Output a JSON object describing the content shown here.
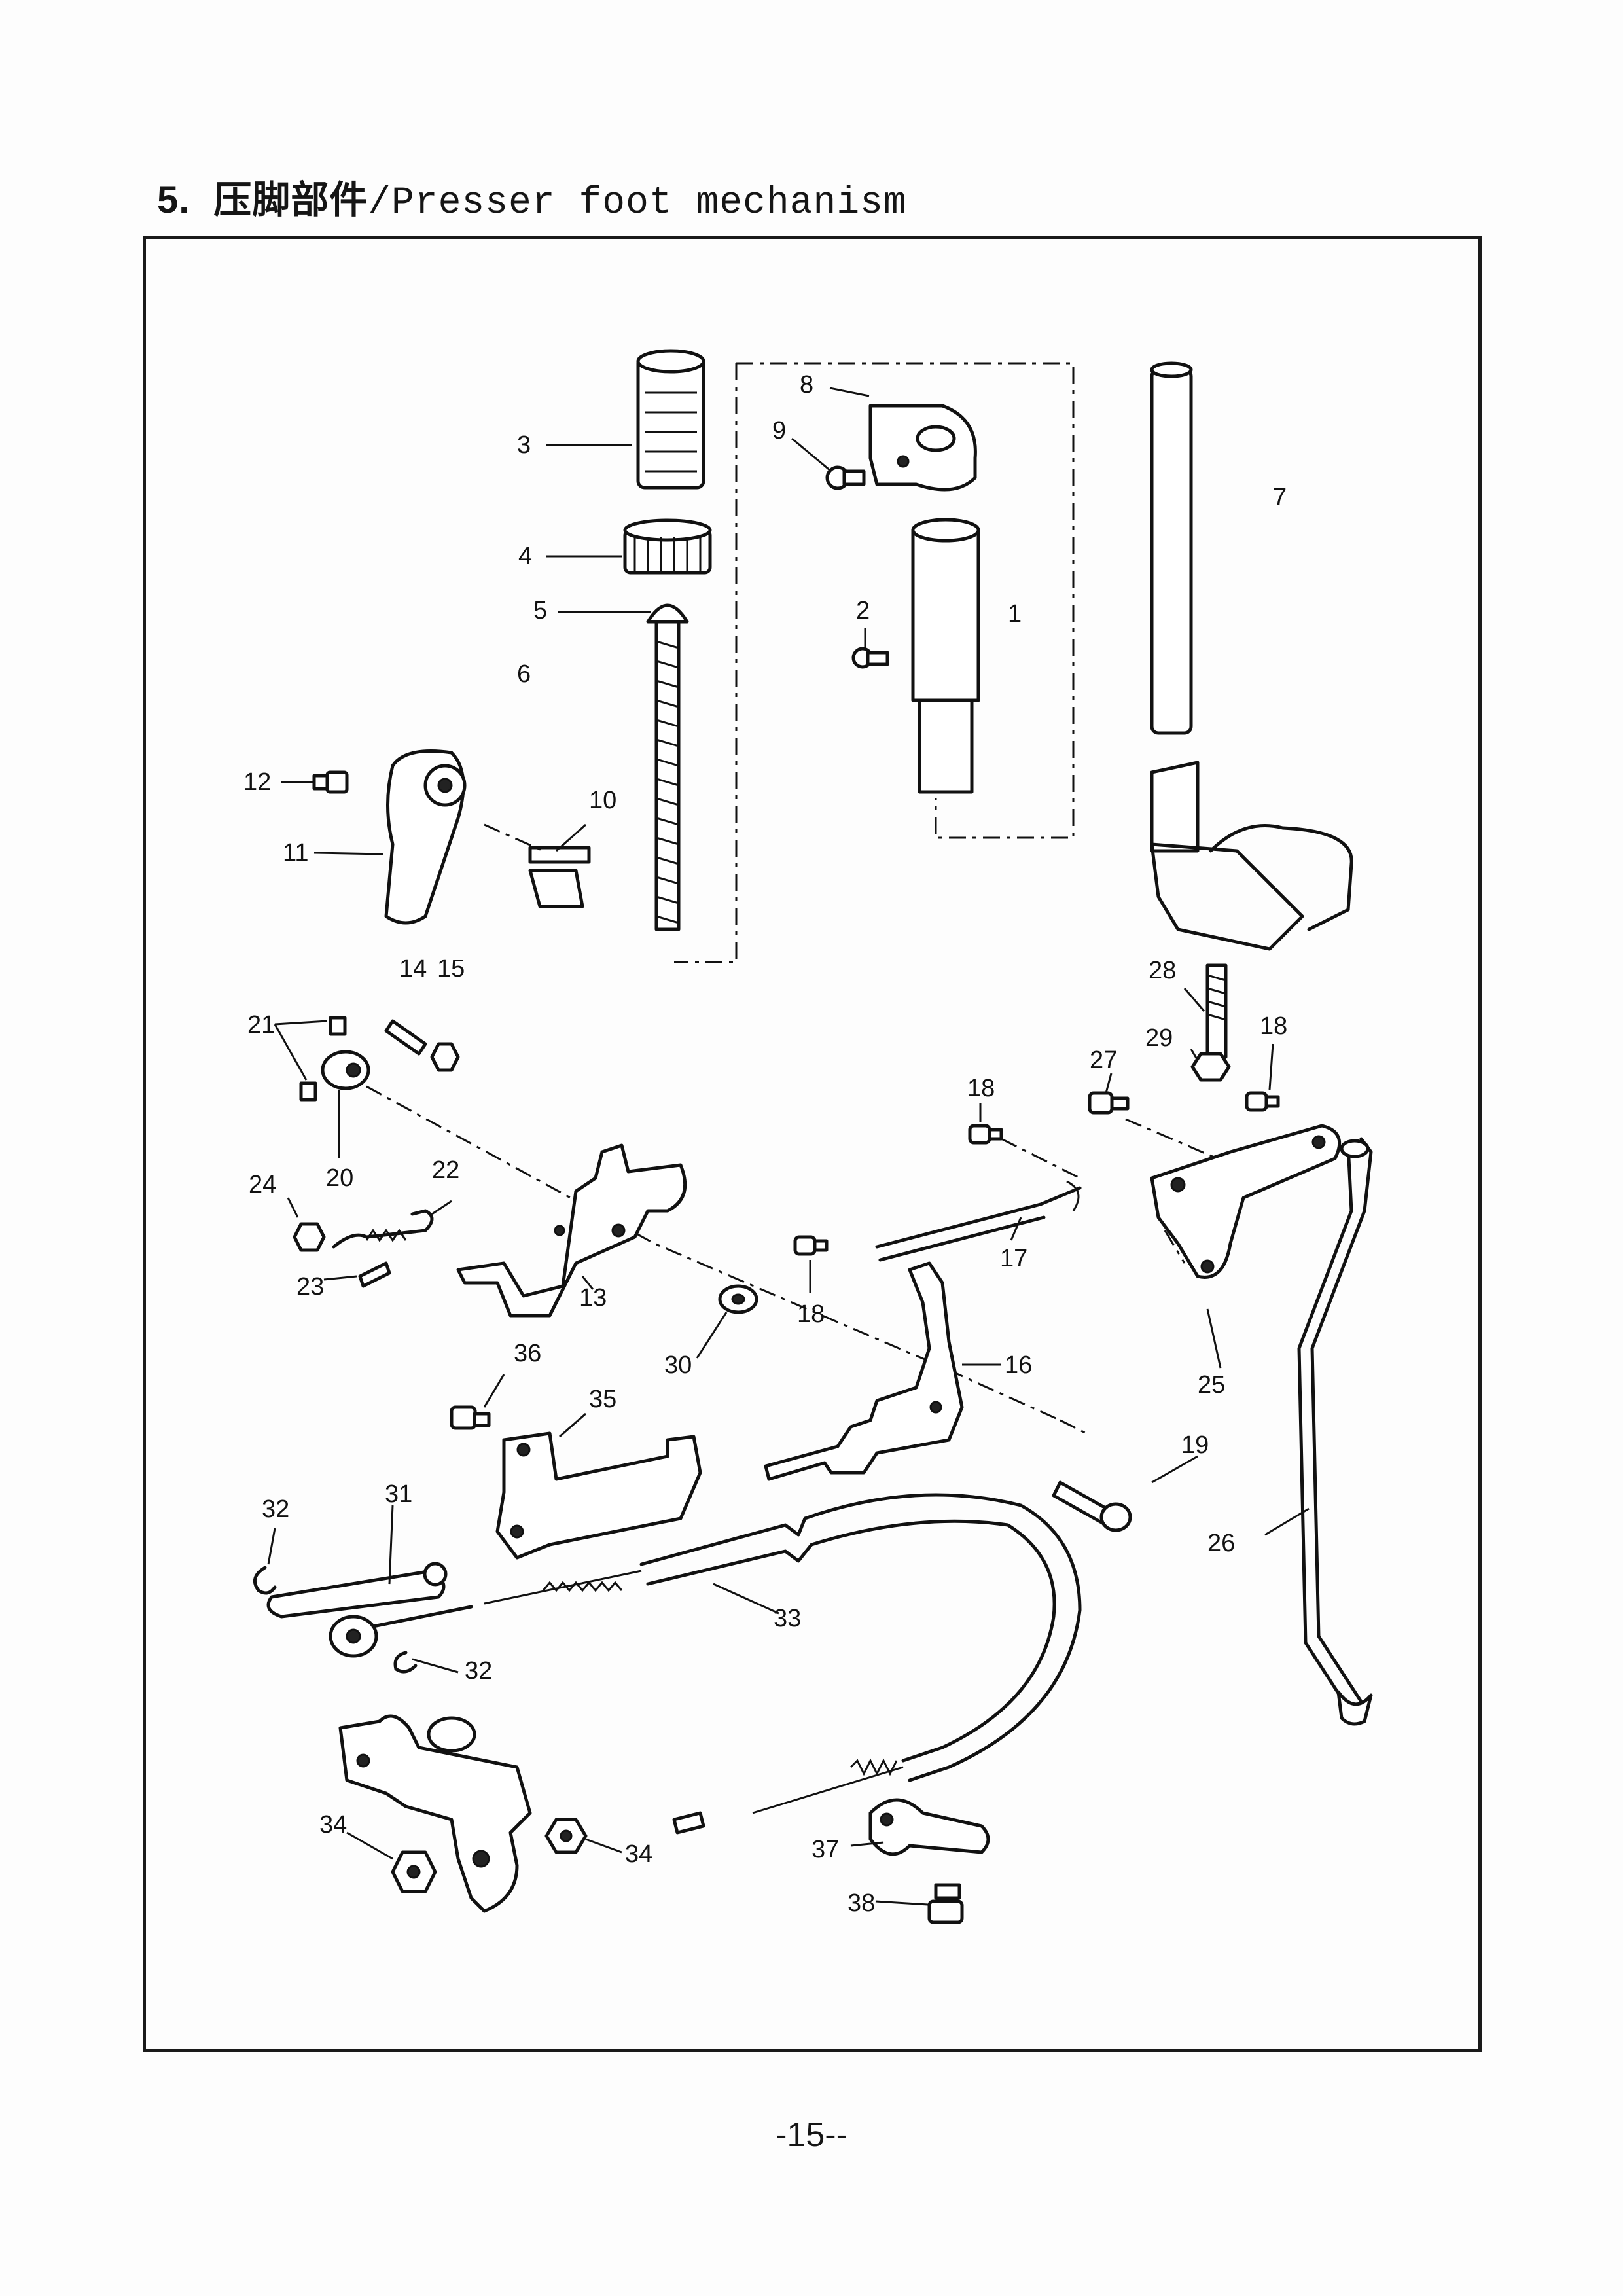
{
  "header": {
    "section_number": "5.",
    "title_zh": "压脚部件",
    "separator": "/",
    "title_en": "Presser foot mechanism"
  },
  "diagram": {
    "part_labels": [
      "1",
      "2",
      "3",
      "4",
      "5",
      "6",
      "7",
      "8",
      "9",
      "10",
      "11",
      "12",
      "13",
      "14",
      "15",
      "16",
      "17",
      "18",
      "18",
      "18",
      "19",
      "20",
      "21",
      "22",
      "23",
      "24",
      "25",
      "26",
      "27",
      "28",
      "29",
      "30",
      "31",
      "32",
      "32",
      "33",
      "34",
      "34",
      "35",
      "36",
      "37",
      "38"
    ]
  },
  "footer": {
    "page_number": "-15--"
  }
}
